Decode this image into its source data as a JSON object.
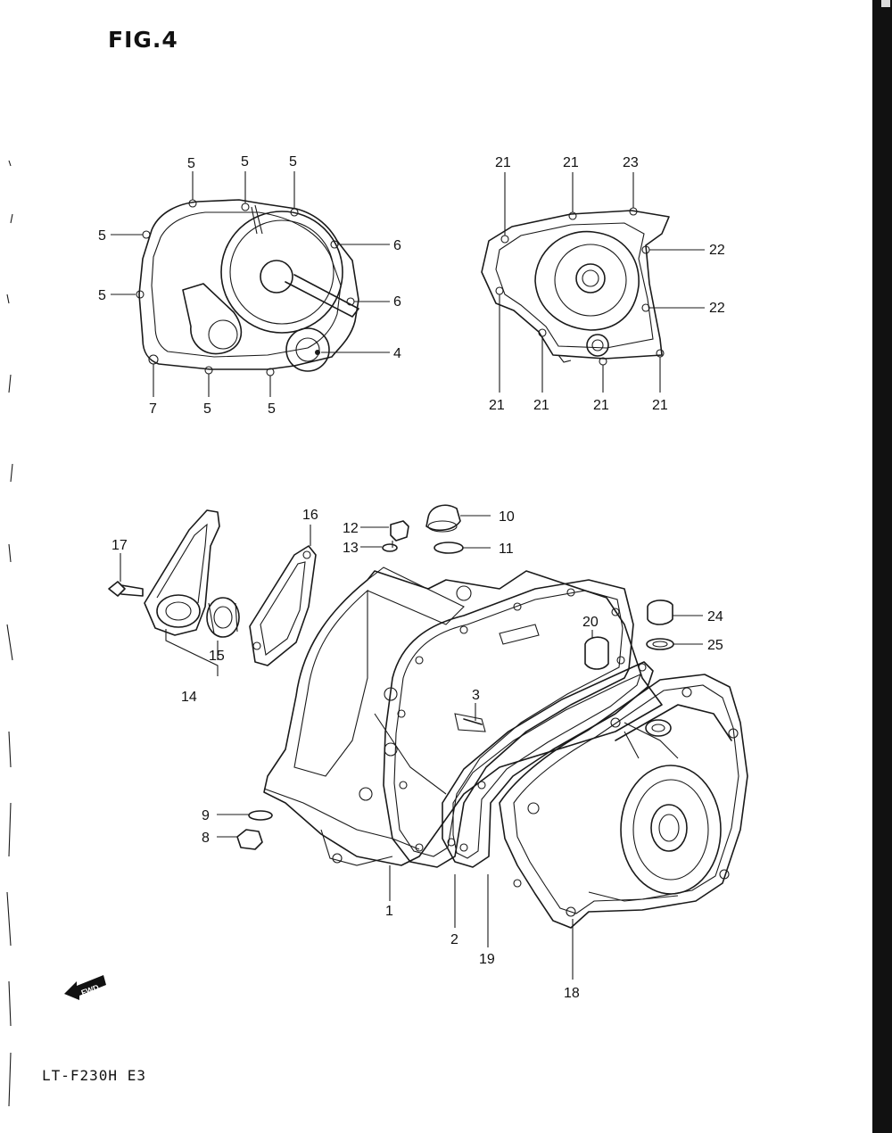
{
  "figure": {
    "title": "FIG.4",
    "model_code": "LT-F230H  E3",
    "fwd_label": "FWD"
  },
  "callouts": [
    {
      "id": "c5a",
      "text": "5"
    },
    {
      "id": "c5b",
      "text": "5"
    },
    {
      "id": "c5c",
      "text": "5"
    },
    {
      "id": "c5d",
      "text": "5"
    },
    {
      "id": "c5e",
      "text": "5"
    },
    {
      "id": "c6a",
      "text": "6"
    },
    {
      "id": "c6b",
      "text": "6"
    },
    {
      "id": "c4",
      "text": "4"
    },
    {
      "id": "c7",
      "text": "7"
    },
    {
      "id": "c5f",
      "text": "5"
    },
    {
      "id": "c5g",
      "text": "5"
    },
    {
      "id": "c21a",
      "text": "21"
    },
    {
      "id": "c21b",
      "text": "21"
    },
    {
      "id": "c23",
      "text": "23"
    },
    {
      "id": "c22a",
      "text": "22"
    },
    {
      "id": "c22b",
      "text": "22"
    },
    {
      "id": "c21c",
      "text": "21"
    },
    {
      "id": "c21d",
      "text": "21"
    },
    {
      "id": "c21e",
      "text": "21"
    },
    {
      "id": "c21f",
      "text": "21"
    },
    {
      "id": "c16",
      "text": "16"
    },
    {
      "id": "c12",
      "text": "12"
    },
    {
      "id": "c10",
      "text": "10"
    },
    {
      "id": "c13",
      "text": "13"
    },
    {
      "id": "c11",
      "text": "11"
    },
    {
      "id": "c17",
      "text": "17"
    },
    {
      "id": "c24",
      "text": "24"
    },
    {
      "id": "c20",
      "text": "20"
    },
    {
      "id": "c25",
      "text": "25"
    },
    {
      "id": "c15",
      "text": "15"
    },
    {
      "id": "c14",
      "text": "14"
    },
    {
      "id": "c3",
      "text": "3"
    },
    {
      "id": "c9",
      "text": "9"
    },
    {
      "id": "c8",
      "text": "8"
    },
    {
      "id": "c1",
      "text": "1"
    },
    {
      "id": "c2",
      "text": "2"
    },
    {
      "id": "c19",
      "text": "19"
    },
    {
      "id": "c18",
      "text": "18"
    }
  ]
}
